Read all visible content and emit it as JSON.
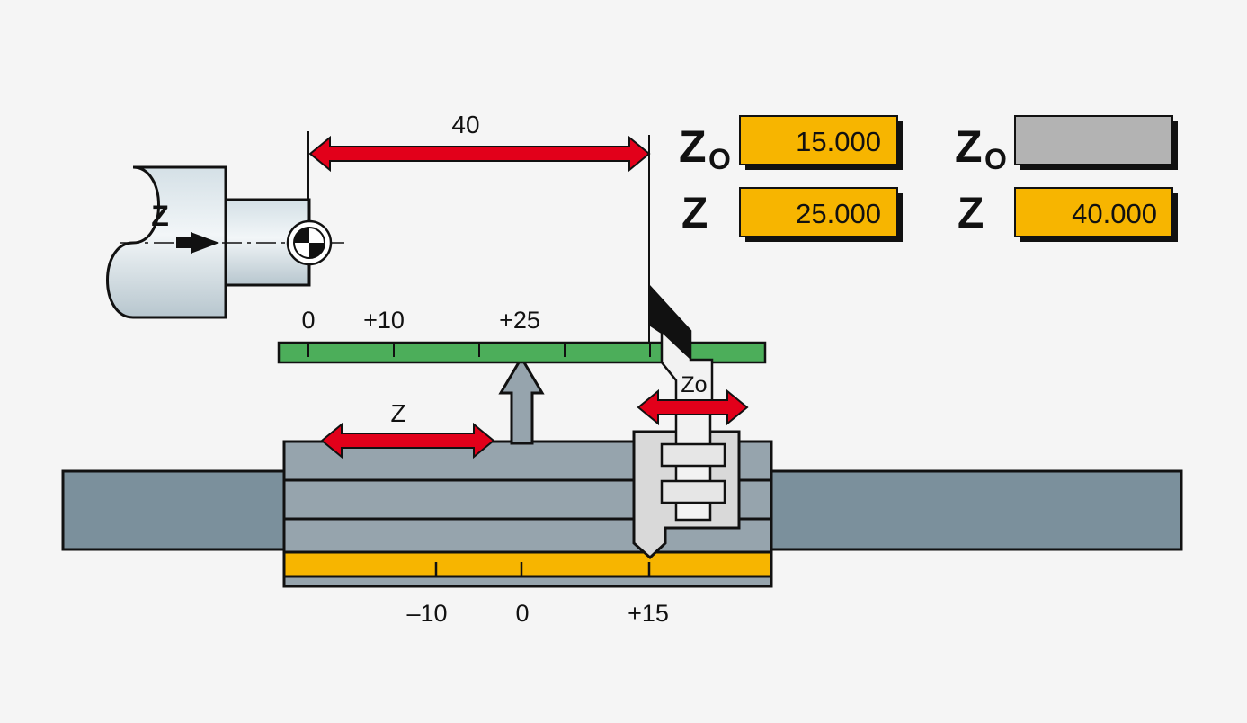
{
  "dimension": {
    "label": "40"
  },
  "spindle": {
    "axis_label": "Z"
  },
  "green_scale": {
    "ticks": [
      "0",
      "+10",
      "+25"
    ]
  },
  "yellow_scale": {
    "ticks": [
      "–10",
      "0",
      "+15"
    ]
  },
  "carriage": {
    "move_label": "Z"
  },
  "tool": {
    "offset_label": "Zo"
  },
  "panel_left": {
    "z0_label": "Z",
    "z0_sub": "O",
    "z0_value": "15.000",
    "z_label": "Z",
    "z_value": "25.000"
  },
  "panel_right": {
    "z0_label": "Z",
    "z0_sub": "O",
    "z0_value": "",
    "z_label": "Z",
    "z_value": "40.000"
  },
  "colors": {
    "red_arrow": "#e2001a",
    "green_scale": "#4cae5a",
    "yellow": "#f7b500",
    "carriage": "#96a4ad",
    "bed": "#7b909c",
    "display_empty": "#b3b3b3"
  }
}
